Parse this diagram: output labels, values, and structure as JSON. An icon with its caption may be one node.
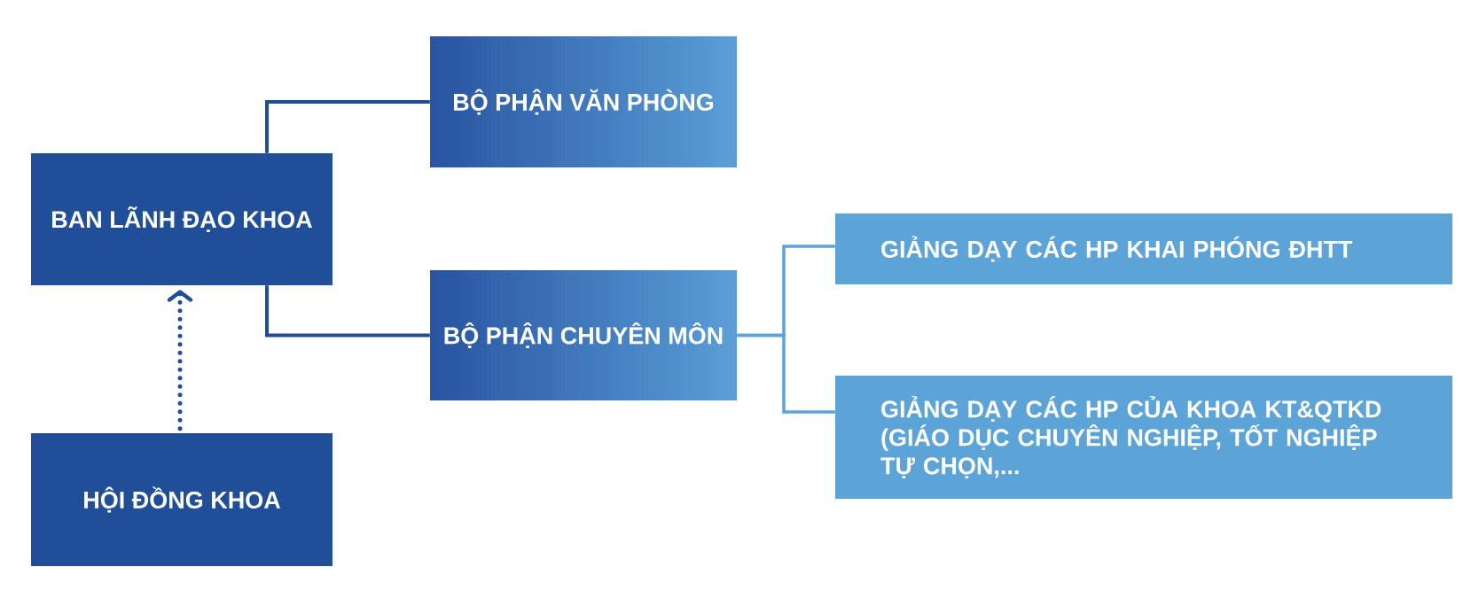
{
  "diagram": {
    "nodes": [
      {
        "text": [
          "BAN LÃNH ĐẠO KHOA"
        ]
      },
      {
        "text": [
          "BỘ PHẬN VĂN PHÒNG"
        ]
      },
      {
        "text": [
          "BỘ PHẬN CHUYÊN MÔN"
        ]
      },
      {
        "text": [
          "GIẢNG DẠY CÁC HP KHAI PHÓNG ĐHTT"
        ]
      },
      {
        "text": [
          "GIẢNG DẠY CÁC HP CỦA KHOA KT&QTKD (GIÁO DỤC CHUYÊN NGHIỆP, TỐT NGHIỆP TỰ CHỌN,..."
        ]
      },
      {
        "text": [
          "HỘI ĐỒNG KHOA"
        ]
      }
    ],
    "edges": [
      {
        "from": 0,
        "to": 1,
        "arrow": "none"
      },
      {
        "from": 0,
        "to": 2,
        "arrow": "none"
      },
      {
        "from": 2,
        "to": 3,
        "arrow": "none",
        "color": "#5ba3d8"
      },
      {
        "from": 2,
        "to": 4,
        "arrow": "none",
        "color": "#5ba3d8"
      },
      {
        "from": 5,
        "to": 0,
        "arrow": "to",
        "style": "dashed"
      }
    ]
  }
}
